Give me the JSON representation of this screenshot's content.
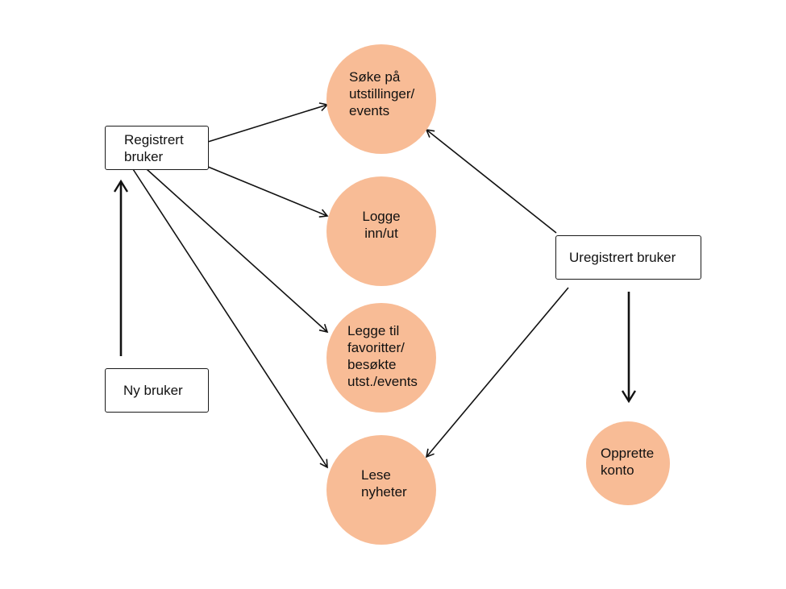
{
  "colors": {
    "usecase_fill": "#F8BC96",
    "line": "#111111",
    "box_border": "#1a1a1a"
  },
  "actors": {
    "registrert": {
      "label": "Registrert\nbruker"
    },
    "ny": {
      "label": "Ny bruker"
    },
    "uregistrert": {
      "label": "Uregistrert bruker"
    }
  },
  "usecases": {
    "soke": {
      "label": "Søke på\nutstillinger/\nevents"
    },
    "logge": {
      "label": "Logge\ninn/ut"
    },
    "legge": {
      "label": "Legge til\nfavoritter/\nbesøkte\nutst./events"
    },
    "lese": {
      "label": "Lese\nnyheter"
    },
    "opprette": {
      "label": "Opprette\nkonto"
    }
  }
}
